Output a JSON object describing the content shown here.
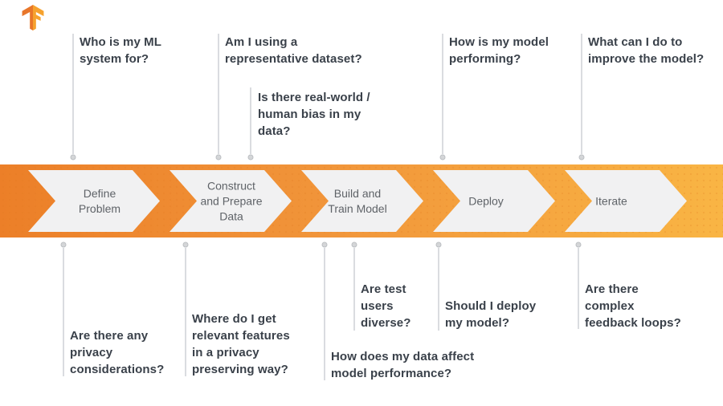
{
  "logo": {
    "name": "TensorFlow"
  },
  "colors": {
    "banner_left": "#ec7f28",
    "banner_right": "#f9b544",
    "chevron_fill": "#f1f1f2",
    "stage_text": "#5f6368",
    "question_text": "#3a414a",
    "connector_line": "#dadce0",
    "connector_dot": "#c4c7ca",
    "logo_orange_dark": "#e8762a",
    "logo_orange_light": "#f6a22e"
  },
  "pipeline": {
    "stages": [
      {
        "label": "Define\nProblem"
      },
      {
        "label": "Construct\nand Prepare\nData"
      },
      {
        "label": "Build and\nTrain Model"
      },
      {
        "label": "Deploy"
      },
      {
        "label": "Iterate"
      }
    ]
  },
  "questions": {
    "top": [
      {
        "text": "Who is my ML\nsystem for?"
      },
      {
        "text": "Am I using a\nrepresentative dataset?"
      },
      {
        "text": "Is there real-world /\nhuman bias in my\ndata?"
      },
      {
        "text": "How is my model\nperforming?"
      },
      {
        "text": "What can I do to\nimprove the model?"
      }
    ],
    "bottom": [
      {
        "text": "Are there any\nprivacy\nconsiderations?"
      },
      {
        "text": "Where do I get\nrelevant features\nin a privacy\npreserving way?"
      },
      {
        "text": "Are test\nusers\ndiverse?"
      },
      {
        "text": "How does my data affect\nmodel performance?"
      },
      {
        "text": "Should I deploy\nmy model?"
      },
      {
        "text": "Are there\ncomplex\nfeedback loops?"
      }
    ]
  }
}
